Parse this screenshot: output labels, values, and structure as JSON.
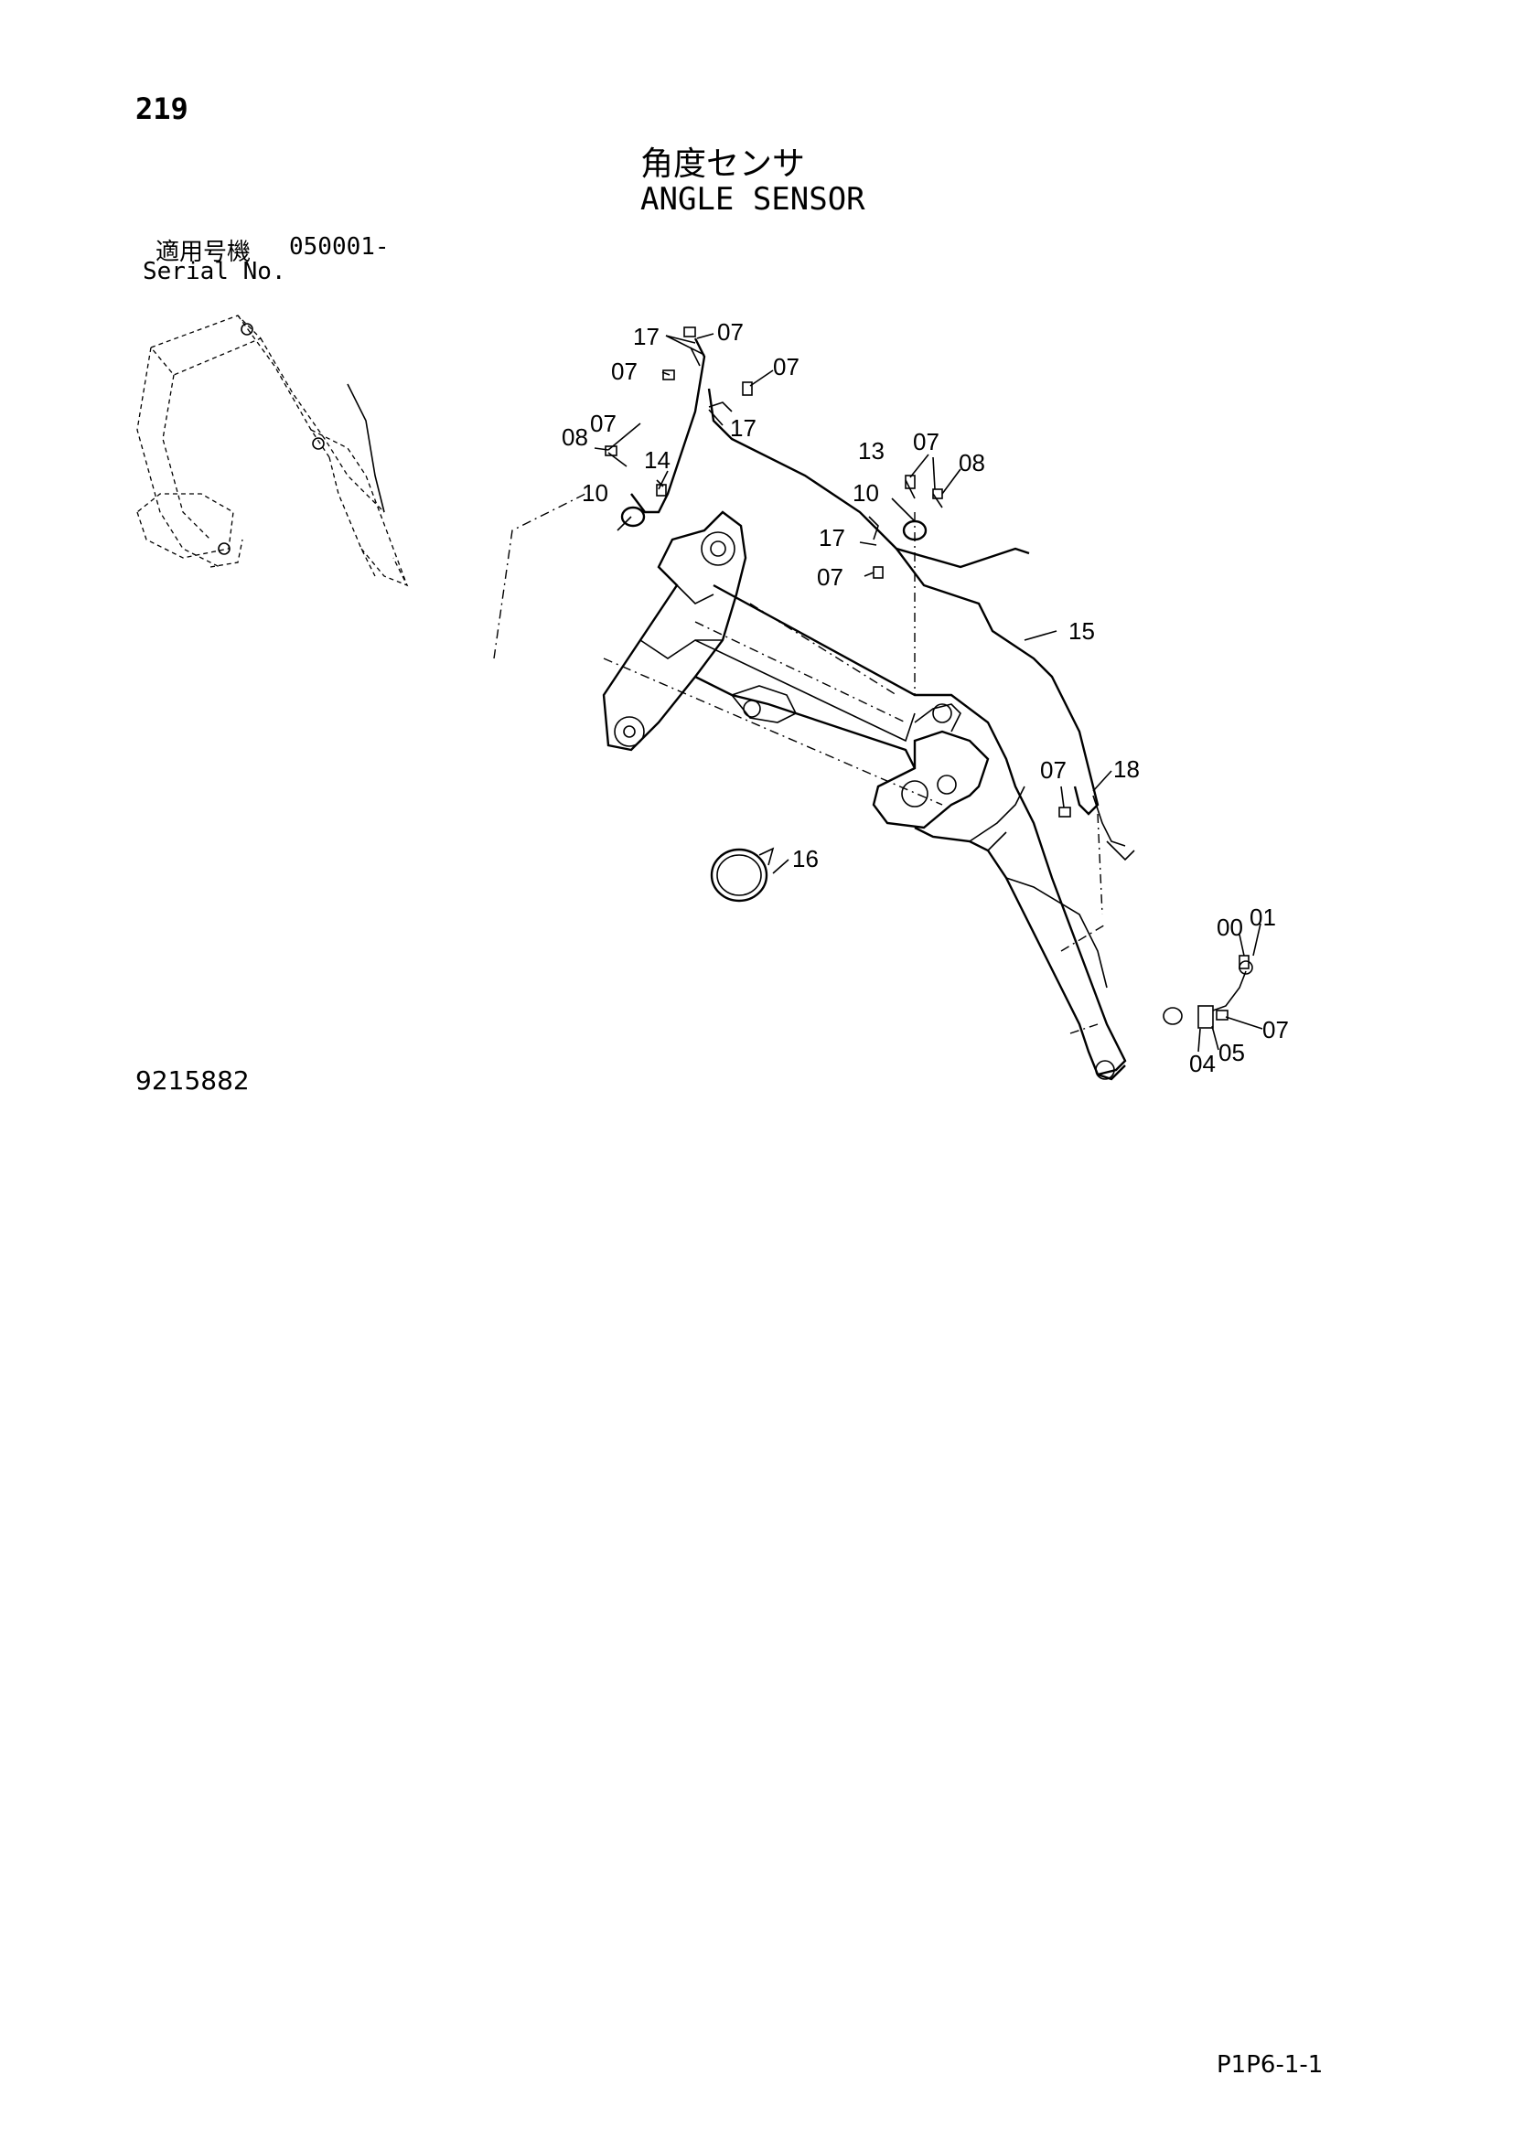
{
  "header": {
    "page_number": "219",
    "title_jp": "角度センサ",
    "title_en": "ANGLE SENSOR"
  },
  "serial": {
    "label_jp": "適用号機",
    "value": "050001-",
    "label_en": "Serial No."
  },
  "diagram": {
    "callouts": [
      "17",
      "07",
      "07",
      "07",
      "17",
      "08",
      "07",
      "14",
      "10",
      "13",
      "07",
      "08",
      "10",
      "17",
      "07",
      "15",
      "07",
      "18",
      "16",
      "00",
      "01",
      "07",
      "04",
      "05"
    ]
  },
  "footer": {
    "drawing_number": "9215882",
    "page_ref": "P1P6-1-1"
  }
}
